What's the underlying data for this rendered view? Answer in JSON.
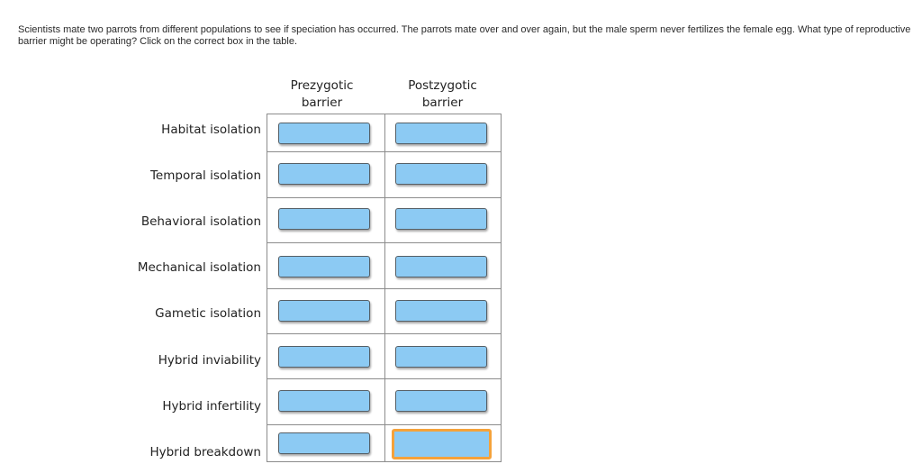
{
  "question": "Scientists mate two parrots from different populations to see if speciation has occurred. The parrots mate over and over again, but the male sperm never fertilizes the female egg. What type of reproductive barrier might be operating? Click on the correct box in the table.",
  "columns": [
    {
      "line1": "Prezygotic",
      "line2": "barrier"
    },
    {
      "line1": "Postzygotic",
      "line2": "barrier"
    }
  ],
  "rows": [
    {
      "label": "Habitat isolation"
    },
    {
      "label": "Temporal isolation"
    },
    {
      "label": "Behavioral isolation"
    },
    {
      "label": "Mechanical isolation"
    },
    {
      "label": "Gametic isolation"
    },
    {
      "label": "Hybrid inviability"
    },
    {
      "label": "Hybrid infertility"
    },
    {
      "label": "Hybrid breakdown"
    }
  ],
  "selected_cell": {
    "row": "Hybrid breakdown",
    "column": "Postzygotic barrier"
  },
  "colors": {
    "box_fill": "#8ccaf3",
    "selected_outline": "#f5a23a",
    "grid_line": "#8c8c8c"
  }
}
